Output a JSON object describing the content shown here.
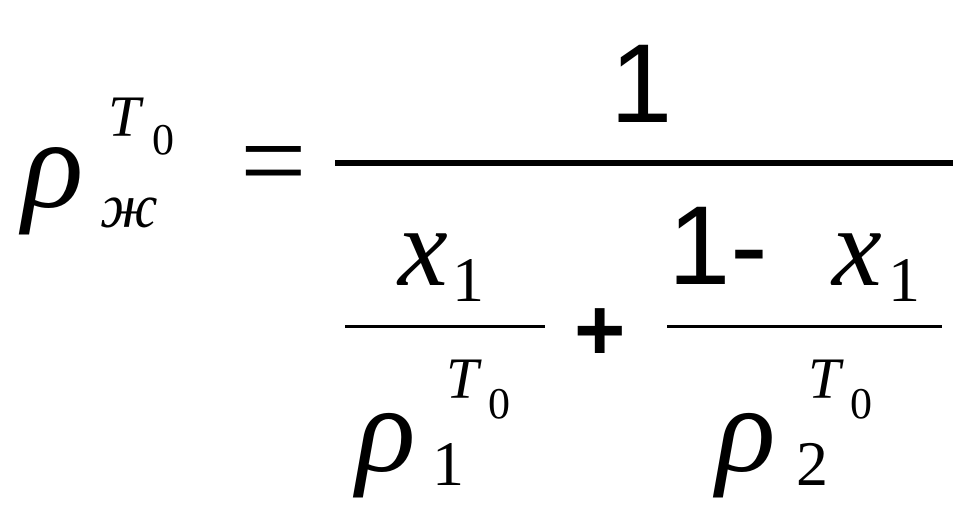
{
  "formula": {
    "lhs": {
      "symbol": "ρ",
      "sup": "T",
      "sup_sub": "0",
      "sub": "ж"
    },
    "equals": "=",
    "numerator": "1",
    "term1": {
      "numerator_var": "x",
      "numerator_sub": "1",
      "den_symbol": "ρ",
      "den_sub": "1",
      "den_sup": "T",
      "den_sup_sub": "0"
    },
    "plus": "+",
    "term2": {
      "numerator_lead": "1-",
      "numerator_var": "x",
      "numerator_sub": "1",
      "den_symbol": "ρ",
      "den_sub": "2",
      "den_sup": "T",
      "den_sup_sub": "0"
    }
  }
}
